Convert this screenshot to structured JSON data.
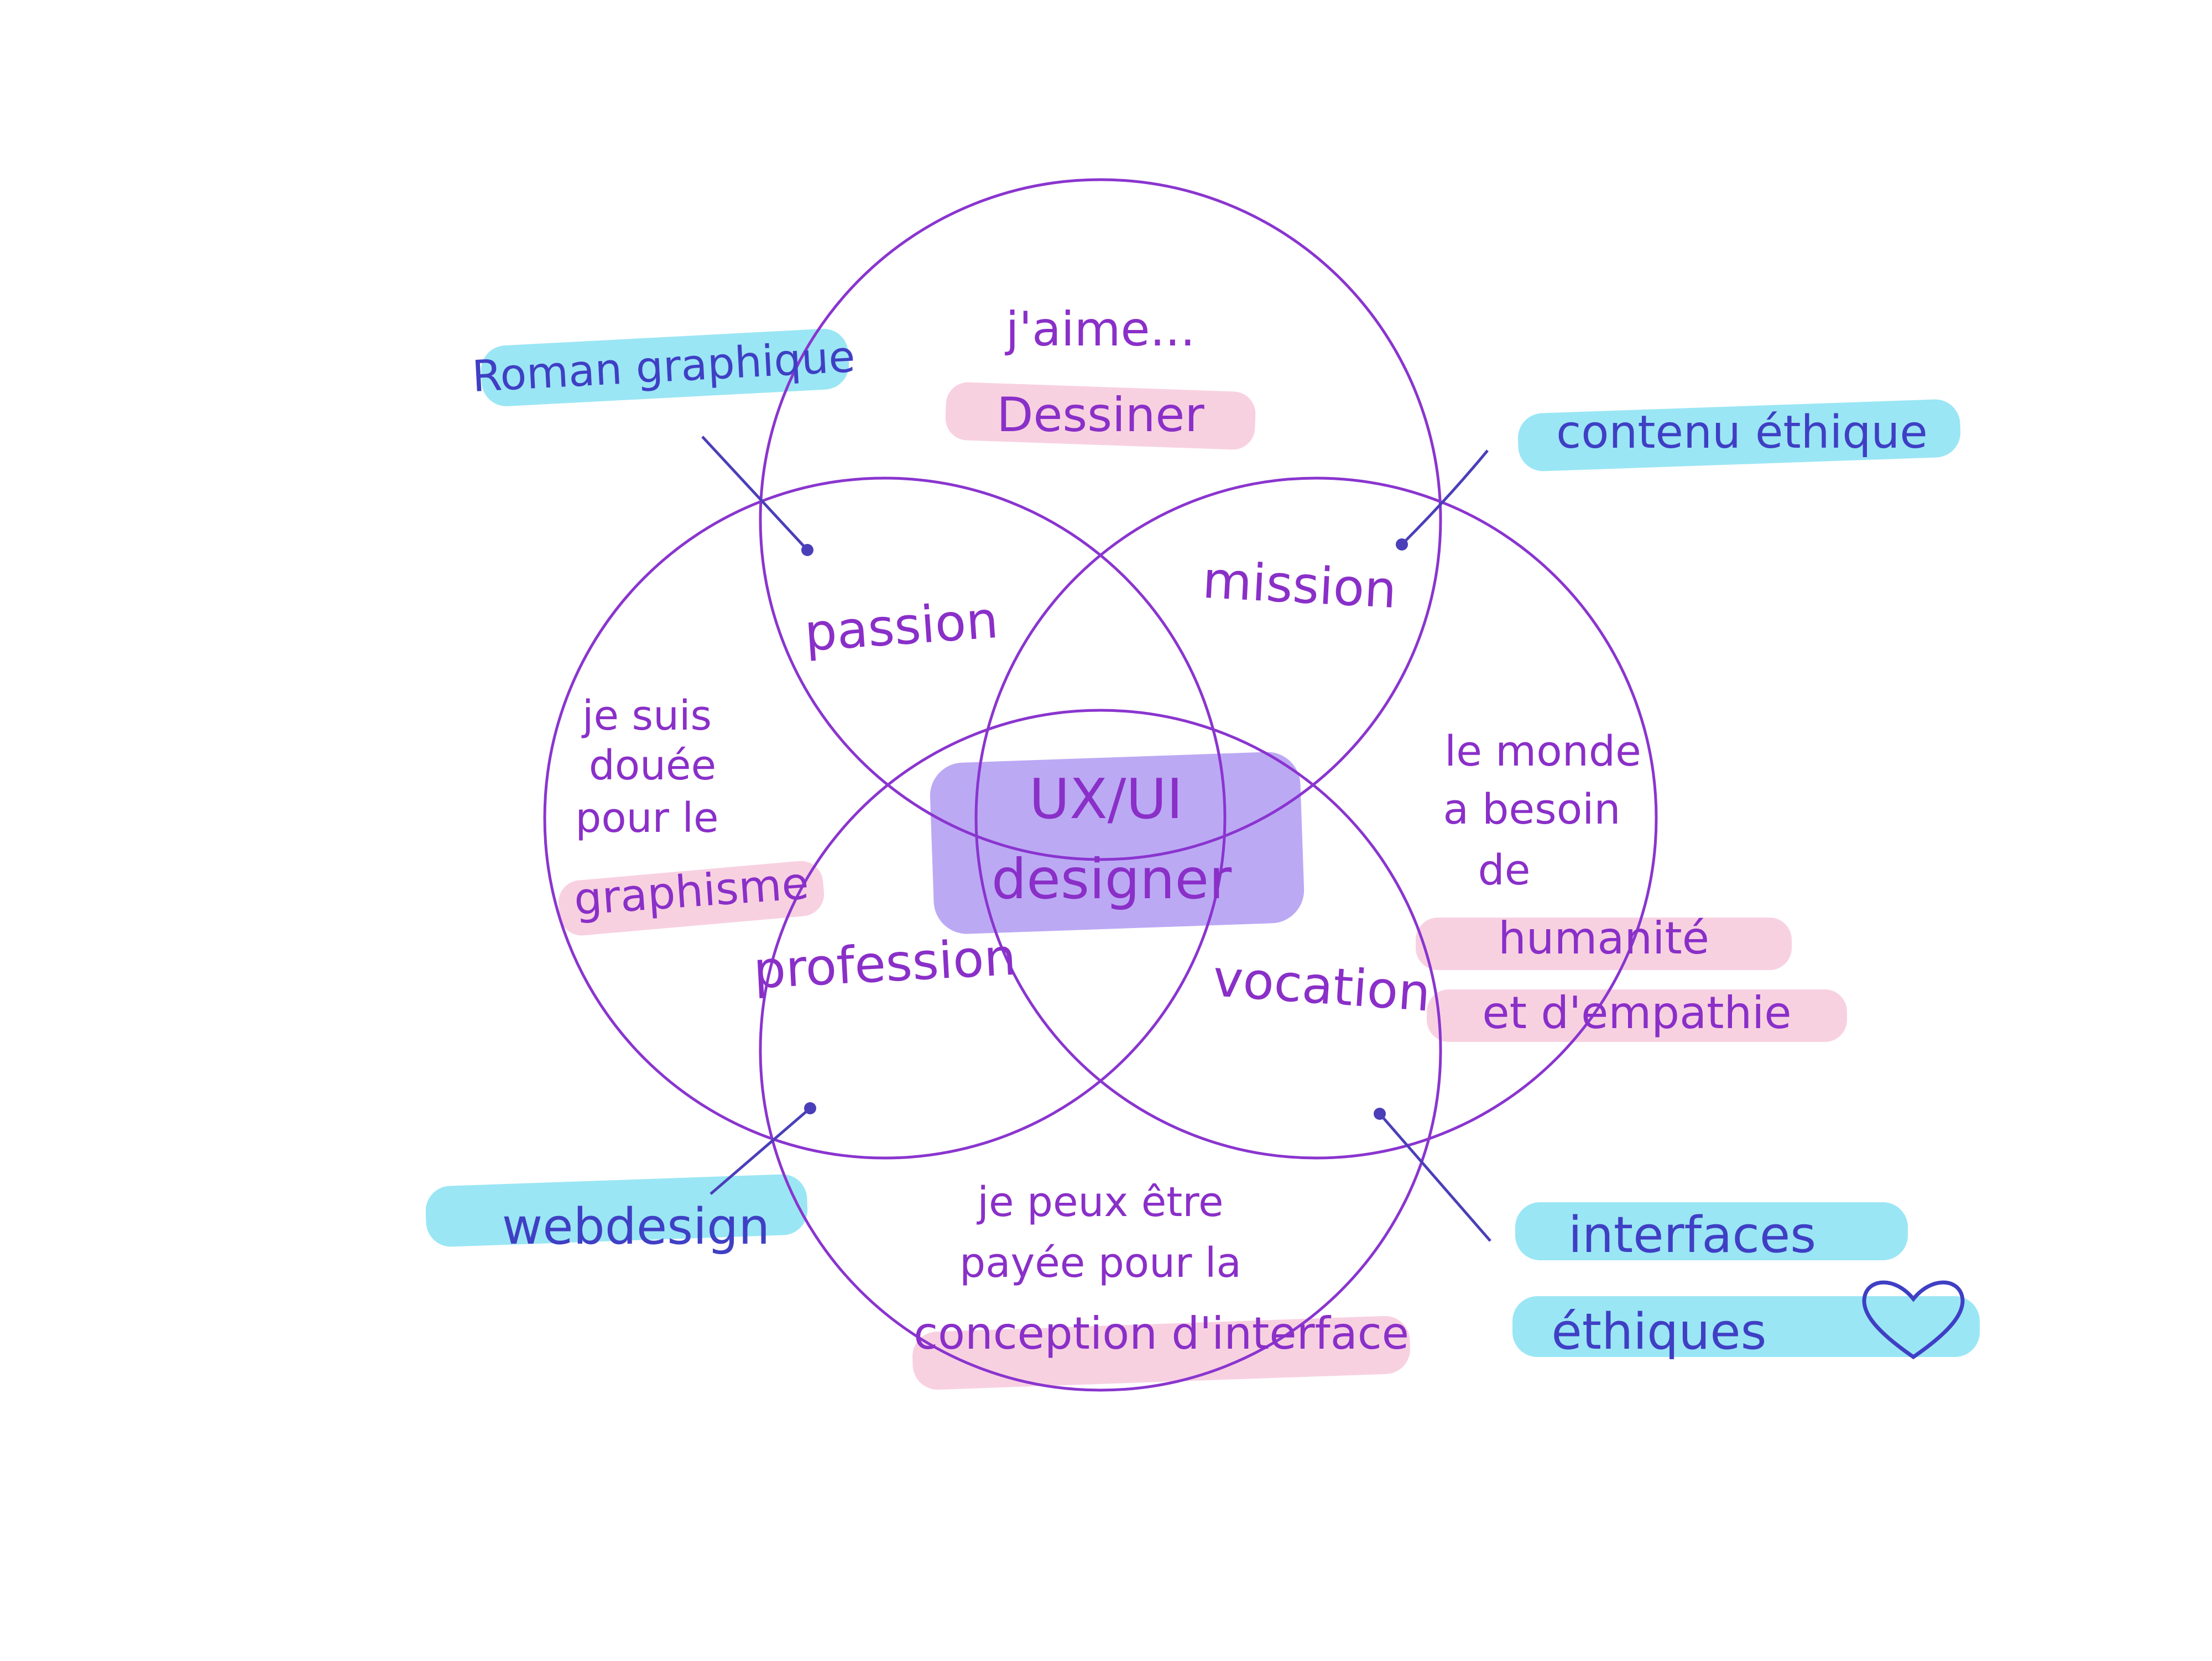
{
  "colors": {
    "circle_stroke": "#8a35cf",
    "pink_highlight": "#f7c9dc",
    "cyan_highlight": "#8fe3f4",
    "center_highlight": "#a58cf0",
    "ink_purple": "#8a2fc8",
    "ink_blue": "#3f3fc4"
  },
  "circles": {
    "top": {
      "line1": "j'aime...",
      "line2": "Dessiner"
    },
    "left": {
      "line1": "je suis",
      "line2": "douée",
      "line3": "pour le",
      "line4": "graphisme"
    },
    "right": {
      "line1": "le monde",
      "line2": "a besoin",
      "line3": "de",
      "line4": "humanité",
      "line5": "et d'empathie"
    },
    "bottom": {
      "line1": "je peux être",
      "line2": "payée pour la",
      "line3": "conception d'interface"
    }
  },
  "overlaps": {
    "passion": "passion",
    "mission": "mission",
    "profession": "profession",
    "vocation": "vocation",
    "center_line1": "UX/UI",
    "center_line2": "designer"
  },
  "callouts": {
    "top_left": "Roman graphique",
    "top_right": "contenu éthique",
    "bottom_left": "webdesign",
    "bottom_right_line1": "interfaces",
    "bottom_right_line2": "éthiques",
    "bottom_right_icon": "heart-icon"
  }
}
